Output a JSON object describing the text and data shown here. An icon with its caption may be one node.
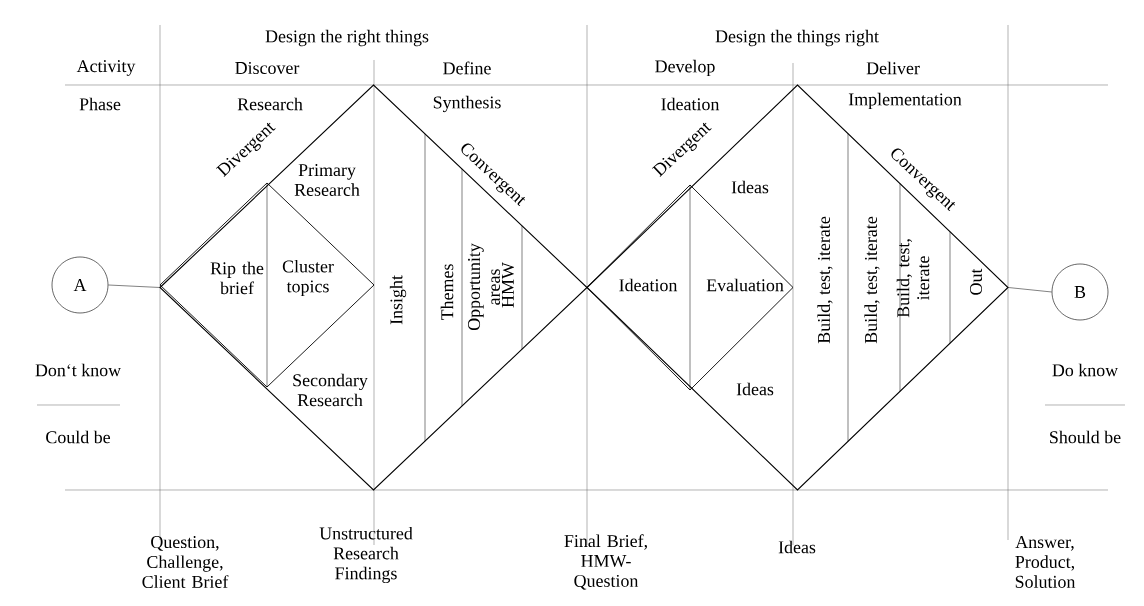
{
  "diagram": {
    "nodes": [
      {
        "text": [
          "A"
        ]
      },
      {
        "text": [
          "Divergent",
          "Primary Research",
          "Secondary Research",
          "Convergent",
          "Insight",
          "Themes",
          "Opportunity areas",
          "HMW"
        ]
      },
      {
        "text": [
          "Rip the brief",
          "Cluster topics"
        ],
        "in": 1
      },
      {
        "text": [
          "Divergent",
          "Ideas",
          "Ideas",
          "Convergent",
          "Build, test, iterate",
          "Build, test, iterate",
          "Build, test, iterate",
          "Out"
        ]
      },
      {
        "text": [
          "Ideation",
          "Evaluation"
        ],
        "in": 3
      },
      {
        "text": [
          "B"
        ]
      }
    ],
    "edges": [
      {
        "from": 0,
        "to": 1,
        "arrow": "none"
      },
      {
        "from": 3,
        "to": 5,
        "arrow": "none"
      }
    ],
    "labels": [
      "Design the right things",
      "Design the things right",
      "Activity",
      "Discover",
      "Define",
      "Develop",
      "Deliver",
      "Phase",
      "Research",
      "Synthesis",
      "Ideation",
      "Implementation",
      "Don‘t know",
      "Could be",
      "Do know",
      "Should be",
      "Question, Challenge, Client Brief",
      "Unstructured Research Findings",
      "Final Brief, HMW-Question",
      "Ideas",
      "Answer, Product, Solution"
    ]
  }
}
